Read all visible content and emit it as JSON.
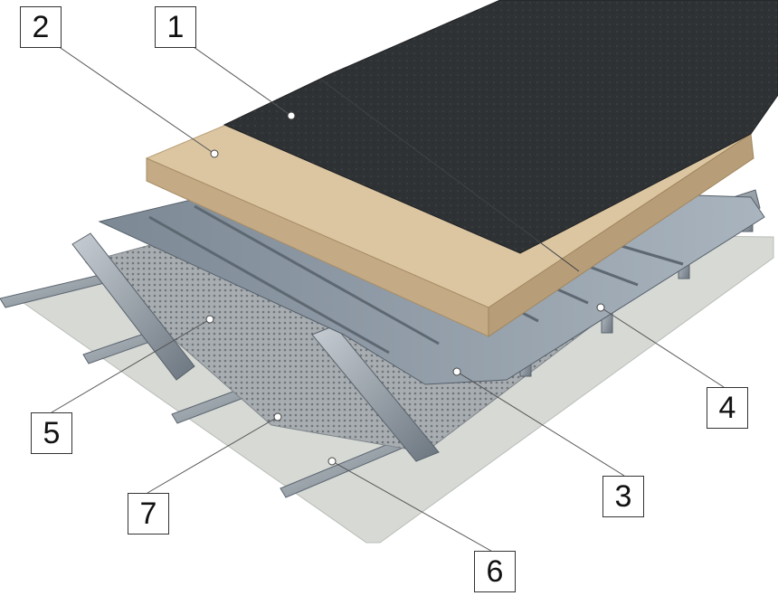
{
  "callouts": [
    {
      "id": "1",
      "label": "1",
      "part": "bituminous-membrane"
    },
    {
      "id": "2",
      "label": "2",
      "part": "mineral-wool-board"
    },
    {
      "id": "3",
      "label": "3",
      "part": "profiled-steel-deck"
    },
    {
      "id": "4",
      "label": "4",
      "part": "steel-purlin"
    },
    {
      "id": "5",
      "label": "5",
      "part": "perforated-vapour-barrier"
    },
    {
      "id": "6",
      "label": "6",
      "part": "steel-z-rail"
    },
    {
      "id": "7",
      "label": "7",
      "part": "ceiling-liner-board"
    }
  ],
  "colors": {
    "membrane": "#2f3234",
    "insulation": "#dcc6a2",
    "insulation_edge": "#c4ab85",
    "deck": "#8e9aa6",
    "deck_dark": "#5d6872",
    "mesh": "#9da2a6",
    "liner": "#d6d9d4",
    "steel": "#a3abb3",
    "leader": "#555555"
  }
}
